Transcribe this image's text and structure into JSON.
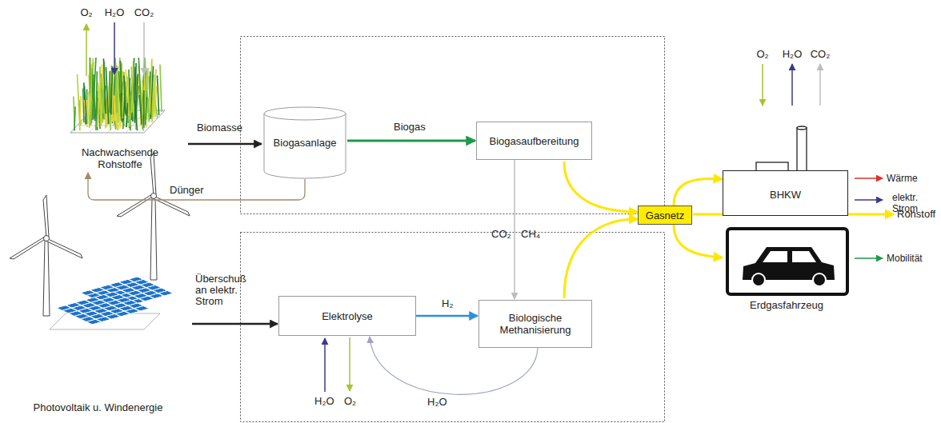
{
  "diagram": {
    "nodes": [
      {
        "text": [
          "Nachwachsende Rohstoffe"
        ]
      },
      {
        "text": [
          "Biogasanlage"
        ]
      },
      {
        "text": [
          "Biogasaufbereitung"
        ]
      },
      {
        "text": [
          "Photovoltaik u. Windenergie"
        ]
      },
      {
        "text": [
          "Elektrolyse"
        ]
      },
      {
        "text": [
          "Biologische Methanisierung"
        ]
      },
      {
        "text": [
          "Gasnetz"
        ]
      },
      {
        "text": [
          "BHKW"
        ]
      },
      {
        "text": [
          "Erdgasfahrzeug"
        ]
      }
    ],
    "edges": [
      {
        "from": 0,
        "to": 1,
        "arrow": "to",
        "label": "Biomasse"
      },
      {
        "from": 1,
        "to": 0,
        "arrow": "to",
        "label": "Dünger"
      },
      {
        "from": 1,
        "to": 2,
        "arrow": "to",
        "label": "Biogas"
      },
      {
        "from": 2,
        "to": 5,
        "arrow": "to",
        "label": "CO₂"
      },
      {
        "from": 2,
        "to": 6,
        "arrow": "to"
      },
      {
        "from": 5,
        "to": 6,
        "arrow": "to"
      },
      {
        "from": 3,
        "to": 4,
        "arrow": "to",
        "label": "Überschuß an elektr. Strom"
      },
      {
        "from": 4,
        "to": 5,
        "arrow": "to",
        "label": "H₂"
      },
      {
        "from": 5,
        "to": 4,
        "arrow": "to",
        "label": "H₂O"
      },
      {
        "from": 6,
        "to": 7,
        "arrow": "to"
      },
      {
        "from": 6,
        "to": 8,
        "arrow": "to"
      }
    ],
    "labels": [
      "O₂",
      "H₂O",
      "CO₂",
      "O₂",
      "H₂O",
      "CO₂",
      "CH₄",
      "H₂O",
      "O₂",
      "Wärme",
      "elektr. Strom",
      "Rohstoff",
      "Mobilität"
    ]
  }
}
